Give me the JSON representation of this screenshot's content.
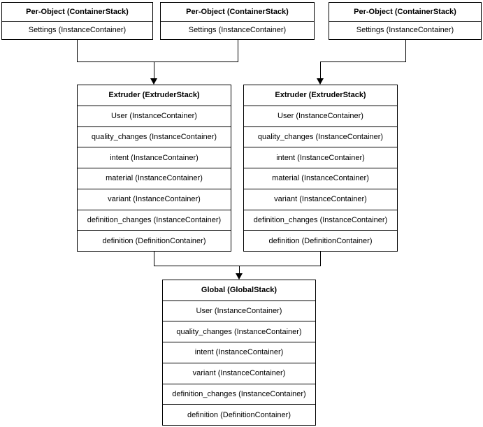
{
  "diagram": {
    "background_color": "#ffffff",
    "stroke_color": "#000000",
    "per_object_stacks": [
      {
        "title": "Per-Object (ContainerStack)",
        "rows": [
          "Settings (InstanceContainer)"
        ]
      },
      {
        "title": "Per-Object (ContainerStack)",
        "rows": [
          "Settings (InstanceContainer)"
        ]
      },
      {
        "title": "Per-Object (ContainerStack)",
        "rows": [
          "Settings (InstanceContainer)"
        ]
      }
    ],
    "extruder_stacks": [
      {
        "title": "Extruder (ExtruderStack)",
        "rows": [
          "User (InstanceContainer)",
          "quality_changes (InstanceContainer)",
          "intent (InstanceContainer)",
          "material (InstanceContainer)",
          "variant (InstanceContainer)",
          "definition_changes (InstanceContainer)",
          "definition (DefinitionContainer)"
        ]
      },
      {
        "title": "Extruder (ExtruderStack)",
        "rows": [
          "User (InstanceContainer)",
          "quality_changes (InstanceContainer)",
          "intent (InstanceContainer)",
          "material (InstanceContainer)",
          "variant (InstanceContainer)",
          "definition_changes (InstanceContainer)",
          "definition (DefinitionContainer)"
        ]
      }
    ],
    "global_stack": {
      "title": "Global (GlobalStack)",
      "rows": [
        "User (InstanceContainer)",
        "quality_changes (InstanceContainer)",
        "intent (InstanceContainer)",
        "variant (InstanceContainer)",
        "definition_changes (InstanceContainer)",
        "definition (DefinitionContainer)"
      ]
    }
  }
}
